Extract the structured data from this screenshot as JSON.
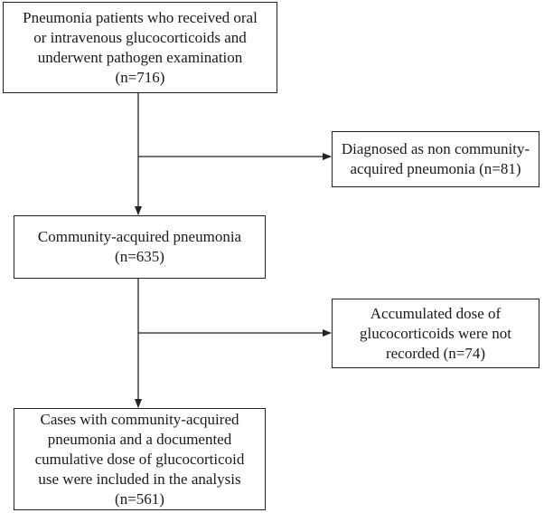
{
  "flowchart": {
    "initial": {
      "lines": [
        "Pneumonia patients who received oral",
        "or intravenous glucocorticoids and",
        "underwent pathogen examination",
        "(n=716)"
      ]
    },
    "exclusion_1": {
      "lines": [
        "Diagnosed as non community-",
        "acquired pneumonia (n=81)"
      ]
    },
    "cap": {
      "lines": [
        "Community-acquired pneumonia",
        "(n=635)"
      ]
    },
    "exclusion_2": {
      "lines": [
        "Accumulated dose of",
        "glucocorticoids were not",
        "recorded (n=74)"
      ]
    },
    "final": {
      "lines": [
        "Cases with community-acquired",
        "pneumonia and a documented",
        "cumulative dose of glucocorticoid",
        "use were included in the analysis",
        "(n=561)"
      ]
    }
  }
}
